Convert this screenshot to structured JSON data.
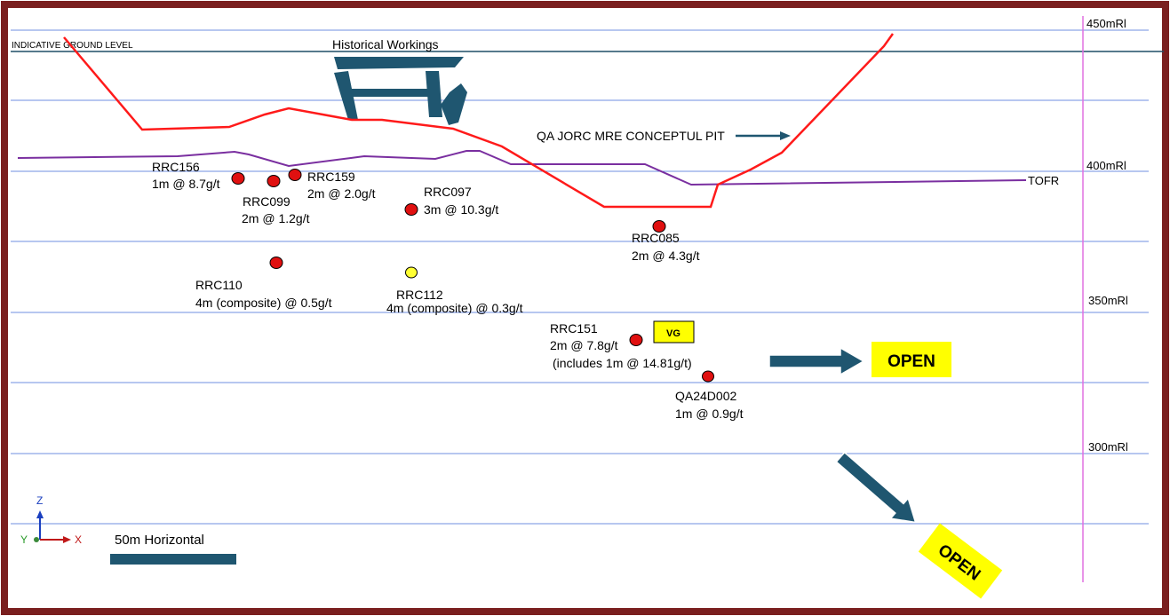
{
  "levels": {
    "l450": "450mRl",
    "l400": "400mRl",
    "l350": "350mRl",
    "l300": "300mRl"
  },
  "labels": {
    "ground_level": "INDICATIVE GROUND LEVEL",
    "historical_workings": "Historical Workings",
    "conceptual_pit": "QA JORC MRE CONCEPTUL PIT",
    "tofr": "TOFR",
    "scale": "50m Horizontal",
    "open_1": "OPEN",
    "open_2": "OPEN",
    "vg": "VG"
  },
  "axes": {
    "z": "Z",
    "y": "Y",
    "x": "X"
  },
  "holes": {
    "rrc156": {
      "id": "RRC156",
      "result": "1m @ 8.7g/t"
    },
    "rrc099": {
      "id": "RRC099",
      "result": "2m @ 1.2g/t"
    },
    "rrc159": {
      "id": "RRC159",
      "result": "2m @ 2.0g/t"
    },
    "rrc097": {
      "id": "RRC097",
      "result": "3m @ 10.3g/t"
    },
    "rrc085": {
      "id": "RRC085",
      "result": "2m @ 4.3g/t"
    },
    "rrc110": {
      "id": "RRC110",
      "result": "4m (composite) @ 0.5g/t"
    },
    "rrc112": {
      "id": "RRC112",
      "result": "4m (composite) @ 0.3g/t"
    },
    "rrc151": {
      "id": "RRC151",
      "result": "2m @ 7.8g/t",
      "note": "(includes 1m @ 14.81g/t)"
    },
    "qa24d002": {
      "id": "QA24D002",
      "result": "1m @ 0.9g/t"
    }
  },
  "colors": {
    "frame": "#7a1f1f",
    "grid": "#6f8fe0",
    "pit": "#ff1a1a",
    "tofr": "#7a2fa0",
    "arrow": "#1f5670",
    "open_bg": "#ffff00",
    "marker_red": "#e01010",
    "marker_yellow": "#ffff33",
    "vertical": "#e070e0"
  }
}
